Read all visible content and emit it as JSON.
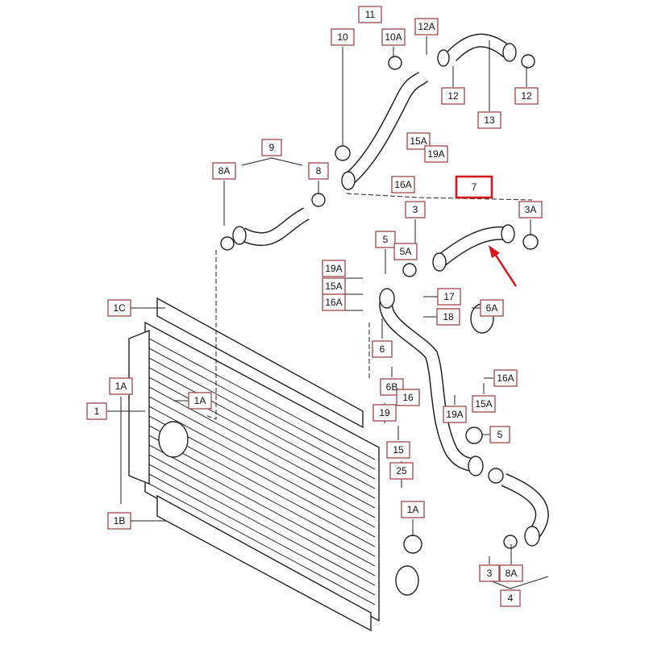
{
  "diagram": {
    "highlighted_part": "7",
    "highlight_color": "#d8141c",
    "callouts": [
      "11",
      "10",
      "10A",
      "12A",
      "12",
      "12",
      "13",
      "9",
      "8A",
      "8",
      "15A",
      "19A",
      "16A",
      "7",
      "3",
      "3A",
      "5",
      "5A",
      "19A",
      "15A",
      "16A",
      "17",
      "18",
      "6A",
      "1C",
      "6",
      "1A",
      "1",
      "1A",
      "6B",
      "16",
      "16A",
      "15A",
      "19A",
      "19",
      "5",
      "15",
      "25",
      "1B",
      "1A",
      "3",
      "8A",
      "4"
    ]
  }
}
